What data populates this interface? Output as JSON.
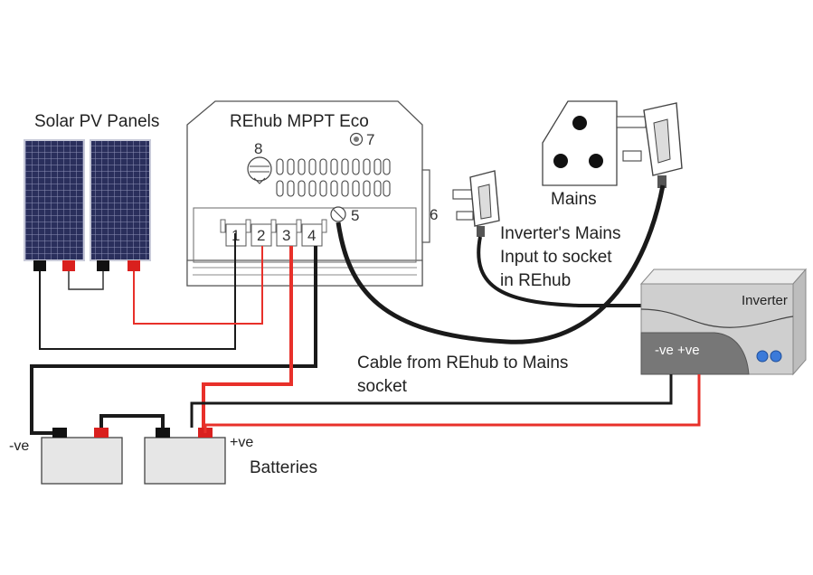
{
  "labels": {
    "solar_panels": "Solar PV Panels",
    "controller": "REhub MPPT Eco",
    "mains": "Mains",
    "inverter_input": [
      "Inverter's Mains",
      "Input to socket",
      "in REhub"
    ],
    "inverter": "Inverter",
    "inverter_terminals": "-ve +ve",
    "cable": [
      "Cable from REhub to Mains",
      "socket"
    ],
    "batteries": "Batteries",
    "neg": "-ve",
    "pos": "+ve"
  },
  "terminals": [
    "1",
    "2",
    "3",
    "4"
  ],
  "callouts": {
    "n5": "5",
    "n6": "6",
    "n7": "7",
    "n8": "8"
  },
  "colors": {
    "wire_positive": "#e8302a",
    "wire_negative": "#1a1a1a",
    "terminal_positive": "#d9201e",
    "terminal_negative": "#111111",
    "panel_cells": "#2a2f5c",
    "battery_body": "#e6e6e6",
    "inverter_body": "#cfcfcf",
    "inverter_leds": "#3b7ad9"
  }
}
